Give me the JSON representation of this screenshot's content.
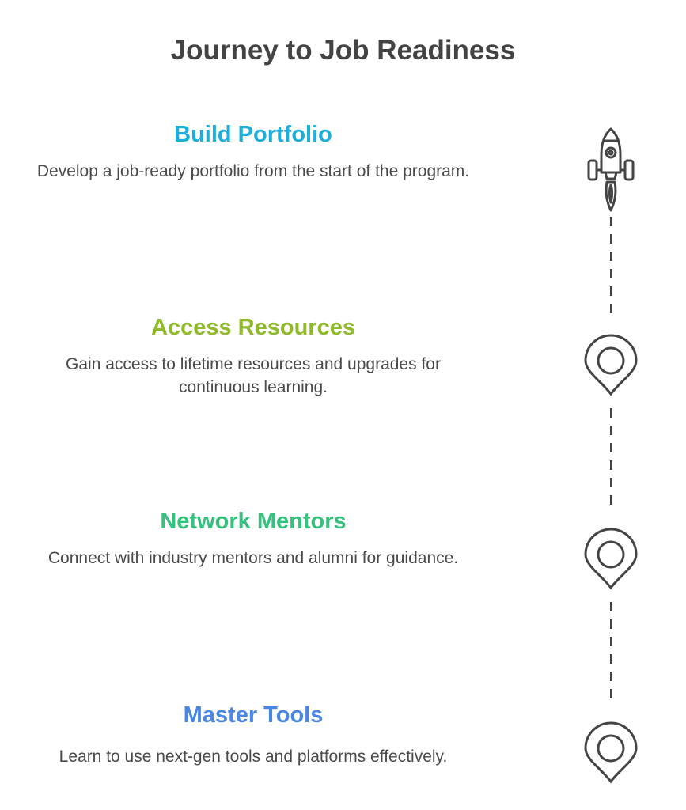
{
  "title": "Journey to Job Readiness",
  "steps": [
    {
      "heading": "Build Portfolio",
      "description": "Develop a job-ready portfolio from the start of the program.",
      "color": "#1eaedb",
      "icon": "rocket-icon"
    },
    {
      "heading": "Access Resources",
      "description": "Gain access to lifetime resources and upgrades for continuous learning.",
      "color": "#8fba2c",
      "icon": "map-pin-icon"
    },
    {
      "heading": "Network Mentors",
      "description": "Connect with industry mentors and alumni for guidance.",
      "color": "#35c27f",
      "icon": "map-pin-icon"
    },
    {
      "heading": "Master Tools",
      "description": "Learn to use next-gen tools and platforms effectively.",
      "color": "#4a87e4",
      "icon": "map-pin-icon"
    }
  ]
}
